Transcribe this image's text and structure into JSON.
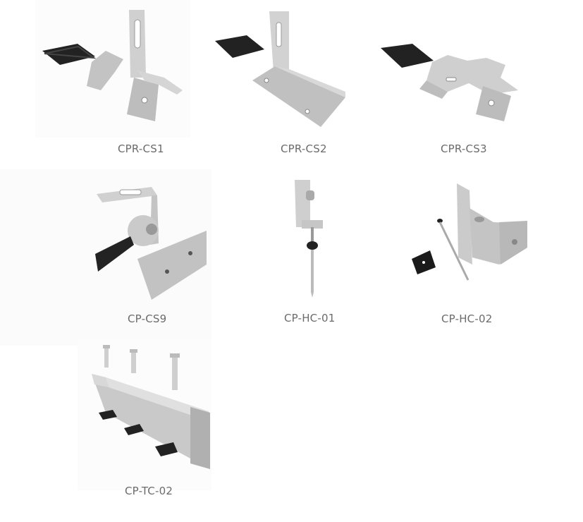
{
  "products": [
    {
      "code": "CPR-CS1",
      "icon": "roof-clamp-cs1-image"
    },
    {
      "code": "CPR-CS2",
      "icon": "roof-clamp-cs2-image"
    },
    {
      "code": "CPR-CS3",
      "icon": "roof-clamp-cs3-image"
    },
    {
      "code": "CP-CS9",
      "icon": "adjustable-hook-cs9-image"
    },
    {
      "code": "CP-HC-01",
      "icon": "hanger-bolt-hc01-image"
    },
    {
      "code": "CP-HC-02",
      "icon": "hanger-bolt-hc02-image"
    },
    {
      "code": "CP-TC-02",
      "icon": "trapezoid-rail-tc02-image"
    }
  ],
  "colors": {
    "label_text": "#6b6b6b",
    "metal": "#c8c8c8",
    "rubber": "#222222"
  }
}
